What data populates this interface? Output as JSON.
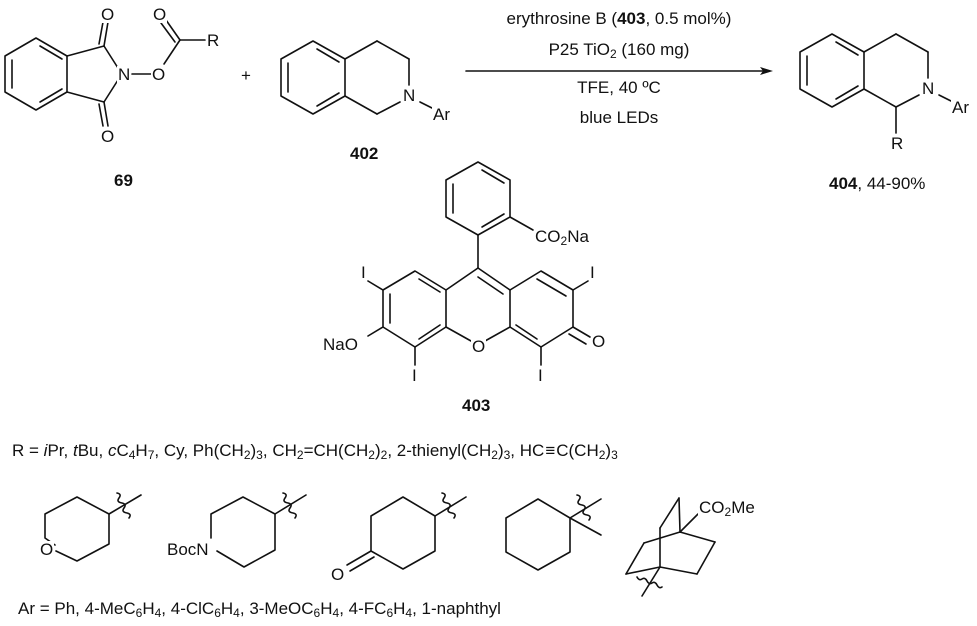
{
  "scheme": {
    "reactant_1": {
      "compound_number": "69",
      "atoms": {
        "o_top": "O",
        "o_bottom": "O",
        "n": "N",
        "o_ester": "O",
        "o_carbonyl": "O",
        "r": "R"
      }
    },
    "plus_sign": "+",
    "reactant_2": {
      "compound_number": "402",
      "atoms": {
        "n": "N",
        "ar": "Ar"
      }
    },
    "conditions": {
      "line1_prefix": "erythrosine B (",
      "line1_bold": "403",
      "line1_suffix": ", 0.5 mol%)",
      "line2_prefix": "P25 TiO",
      "line2_sub": "2",
      "line2_suffix": " (160 mg)",
      "line3": "TFE, 40 ºC",
      "line4": "blue LEDs"
    },
    "product": {
      "compound_number": "404",
      "yield": ", 44-90%",
      "atoms": {
        "n": "N",
        "ar": "Ar",
        "r": "R"
      }
    },
    "catalyst": {
      "compound_number": "403",
      "atoms": {
        "co2na_a": "CO",
        "co2na_sub": "2",
        "co2na_b": "Na",
        "i_top_left": "I",
        "i_top_right": "I",
        "i_bottom_left": "I",
        "i_bottom_right": "I",
        "nao": "NaO",
        "o_ring": "O",
        "o_keto": "O"
      }
    },
    "r_groups": {
      "prefix": "R = ",
      "items": [
        {
          "parts": [
            [
              "i",
              "i"
            ],
            [
              "t",
              "Pr"
            ]
          ]
        },
        {
          "parts": [
            [
              "i",
              "t"
            ],
            [
              "t",
              "Bu"
            ]
          ]
        },
        {
          "parts": [
            [
              "i",
              "c"
            ],
            [
              "t",
              "C"
            ],
            [
              "s",
              "4"
            ],
            [
              "t",
              "H"
            ],
            [
              "s",
              "7"
            ]
          ]
        },
        {
          "parts": [
            [
              "t",
              "Cy"
            ]
          ]
        },
        {
          "parts": [
            [
              "t",
              "Ph(CH"
            ],
            [
              "s",
              "2"
            ],
            [
              "t",
              ")"
            ],
            [
              "s",
              "3"
            ]
          ]
        },
        {
          "parts": [
            [
              "t",
              "CH"
            ],
            [
              "s",
              "2"
            ],
            [
              "t",
              "=CH(CH"
            ],
            [
              "s",
              "2"
            ],
            [
              "t",
              ")"
            ],
            [
              "s",
              "2"
            ]
          ]
        },
        {
          "parts": [
            [
              "t",
              "2-thienyl(CH"
            ],
            [
              "s",
              "2"
            ],
            [
              "t",
              ")"
            ],
            [
              "s",
              "3"
            ]
          ]
        },
        {
          "parts": [
            [
              "t",
              "HC"
            ],
            [
              "t",
              "≡"
            ],
            [
              "t",
              "C(CH"
            ],
            [
              "s",
              "2"
            ],
            [
              "t",
              ")"
            ],
            [
              "s",
              "3"
            ]
          ]
        }
      ],
      "cyclic": {
        "oxane_o": "O",
        "piperidine_label": "BocN",
        "ketone_o": "O",
        "bicyclo_a": "CO",
        "bicyclo_sub": "2",
        "bicyclo_b": "Me"
      }
    },
    "ar_groups": {
      "prefix": "Ar = ",
      "items": [
        {
          "parts": [
            [
              "t",
              "Ph"
            ]
          ]
        },
        {
          "parts": [
            [
              "t",
              "4-MeC"
            ],
            [
              "s",
              "6"
            ],
            [
              "t",
              "H"
            ],
            [
              "s",
              "4"
            ]
          ]
        },
        {
          "parts": [
            [
              "t",
              "4-ClC"
            ],
            [
              "s",
              "6"
            ],
            [
              "t",
              "H"
            ],
            [
              "s",
              "4"
            ]
          ]
        },
        {
          "parts": [
            [
              "t",
              "3-MeOC"
            ],
            [
              "s",
              "6"
            ],
            [
              "t",
              "H"
            ],
            [
              "s",
              "4"
            ]
          ]
        },
        {
          "parts": [
            [
              "t",
              "4-FC"
            ],
            [
              "s",
              "6"
            ],
            [
              "t",
              "H"
            ],
            [
              "s",
              "4"
            ]
          ]
        },
        {
          "parts": [
            [
              "t",
              "1-naphthyl"
            ]
          ]
        }
      ]
    }
  },
  "colors": {
    "ink": "#111111",
    "background": "#ffffff"
  }
}
